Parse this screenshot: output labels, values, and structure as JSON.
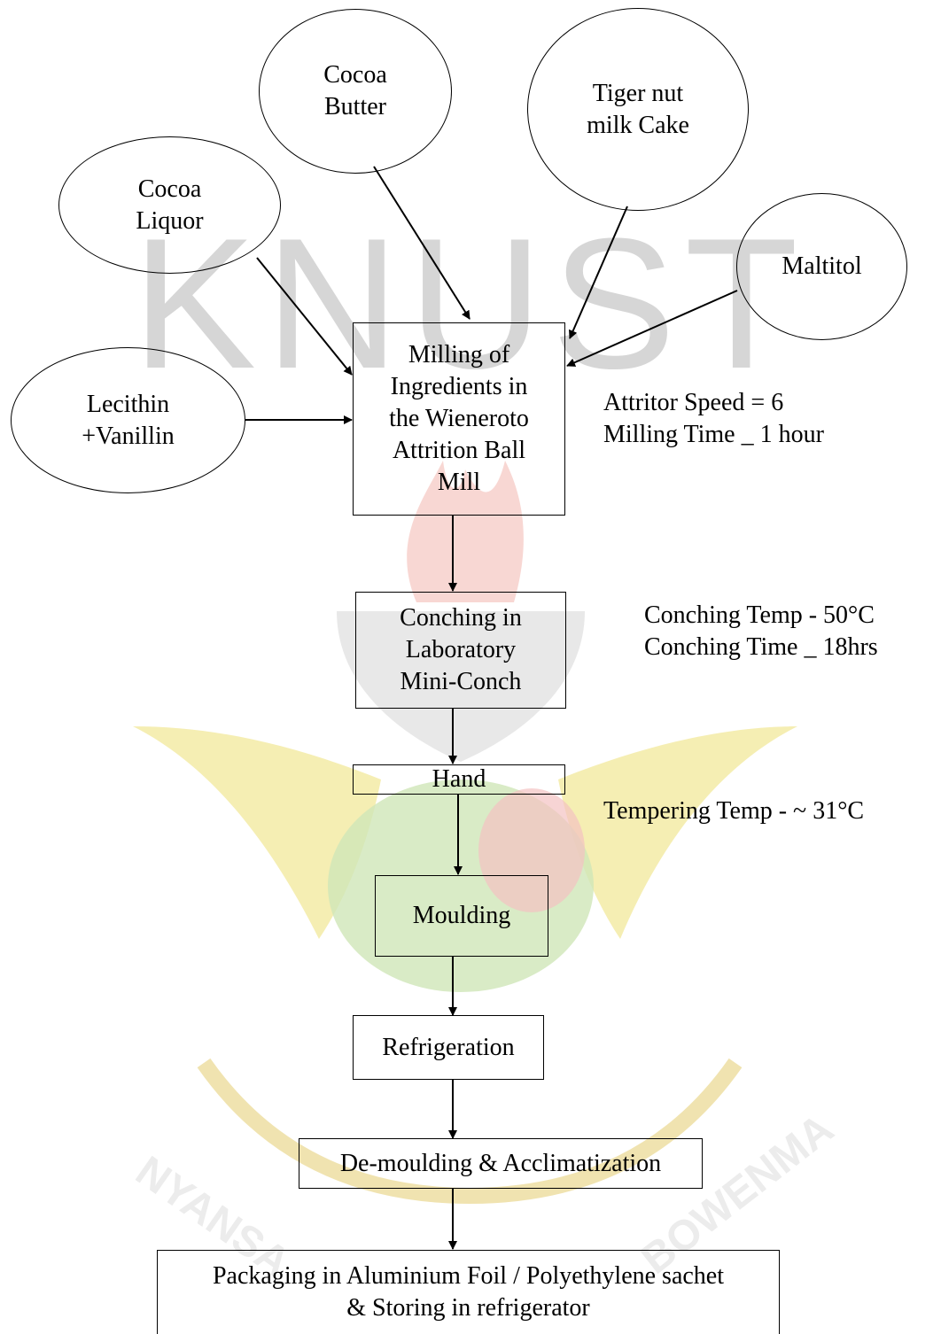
{
  "watermark": {
    "text": "KNUST",
    "motto_left": "NYANSA",
    "motto_right": "BOWENMA"
  },
  "inputs": {
    "cocoa_butter": "Cocoa\nButter",
    "tiger_nut": "Tiger nut\nmilk Cake",
    "cocoa_liquor": "Cocoa\nLiquor",
    "maltitol": "Maltitol",
    "lecithin_vanillin": "Lecithin\n+Vanillin"
  },
  "steps": {
    "milling": "Milling of\nIngredients in\nthe Wieneroto\nAttrition Ball\nMill",
    "conching": "Conching in\nLaboratory\nMini-Conch",
    "hand": "Hand",
    "moulding": "Moulding",
    "refrigeration": "Refrigeration",
    "demoulding": "De-moulding & Acclimatization",
    "packaging": "Packaging in Aluminium Foil / Polyethylene sachet\n& Storing in refrigerator"
  },
  "notes": {
    "milling": "Attritor Speed = 6\nMilling Time _ 1 hour",
    "conching": "Conching Temp - 50°C\nConching Time _ 18hrs",
    "tempering": "Tempering Temp - ~ 31°C"
  }
}
